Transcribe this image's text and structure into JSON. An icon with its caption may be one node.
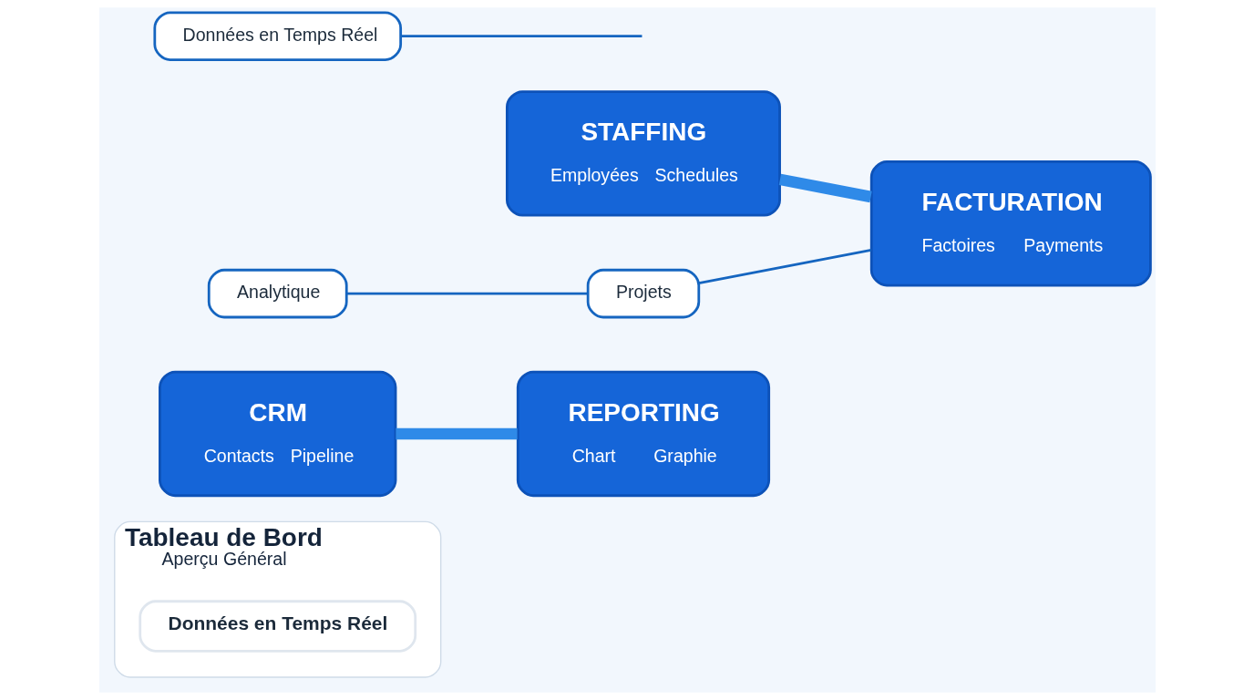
{
  "diagram": {
    "nodes": [
      {
        "text": [
          "Tableau de Bord",
          "Aperçu Général"
        ]
      },
      {
        "text": [
          "Données en Temps Réel"
        ],
        "in": 0
      },
      {
        "text": [
          "CRM",
          "Contacts",
          "Pipeline"
        ]
      },
      {
        "text": [
          "STAFFING",
          "Employées",
          "Schedules"
        ]
      },
      {
        "text": [
          "FACTURATION",
          "Factoires",
          "Payments"
        ]
      },
      {
        "text": [
          "Analytique"
        ]
      },
      {
        "text": [
          "Projets"
        ]
      },
      {
        "text": [
          "REPORTING",
          "Chart",
          "Graphie"
        ]
      },
      {
        "text": [
          "Données en Temps Réel"
        ]
      }
    ],
    "edges": [
      {
        "from": 2,
        "to": 7,
        "arrow": "none",
        "style": "thick",
        "color": "#2f8ae8"
      },
      {
        "from": 3,
        "to": 4,
        "arrow": "none",
        "style": "thick",
        "color": "#2f8ae8"
      },
      {
        "from": 5,
        "to": 6,
        "arrow": "none"
      },
      {
        "from": 6,
        "to": 4,
        "arrow": "none"
      },
      {
        "from": 8,
        "to": null,
        "arrow": "none"
      }
    ]
  }
}
